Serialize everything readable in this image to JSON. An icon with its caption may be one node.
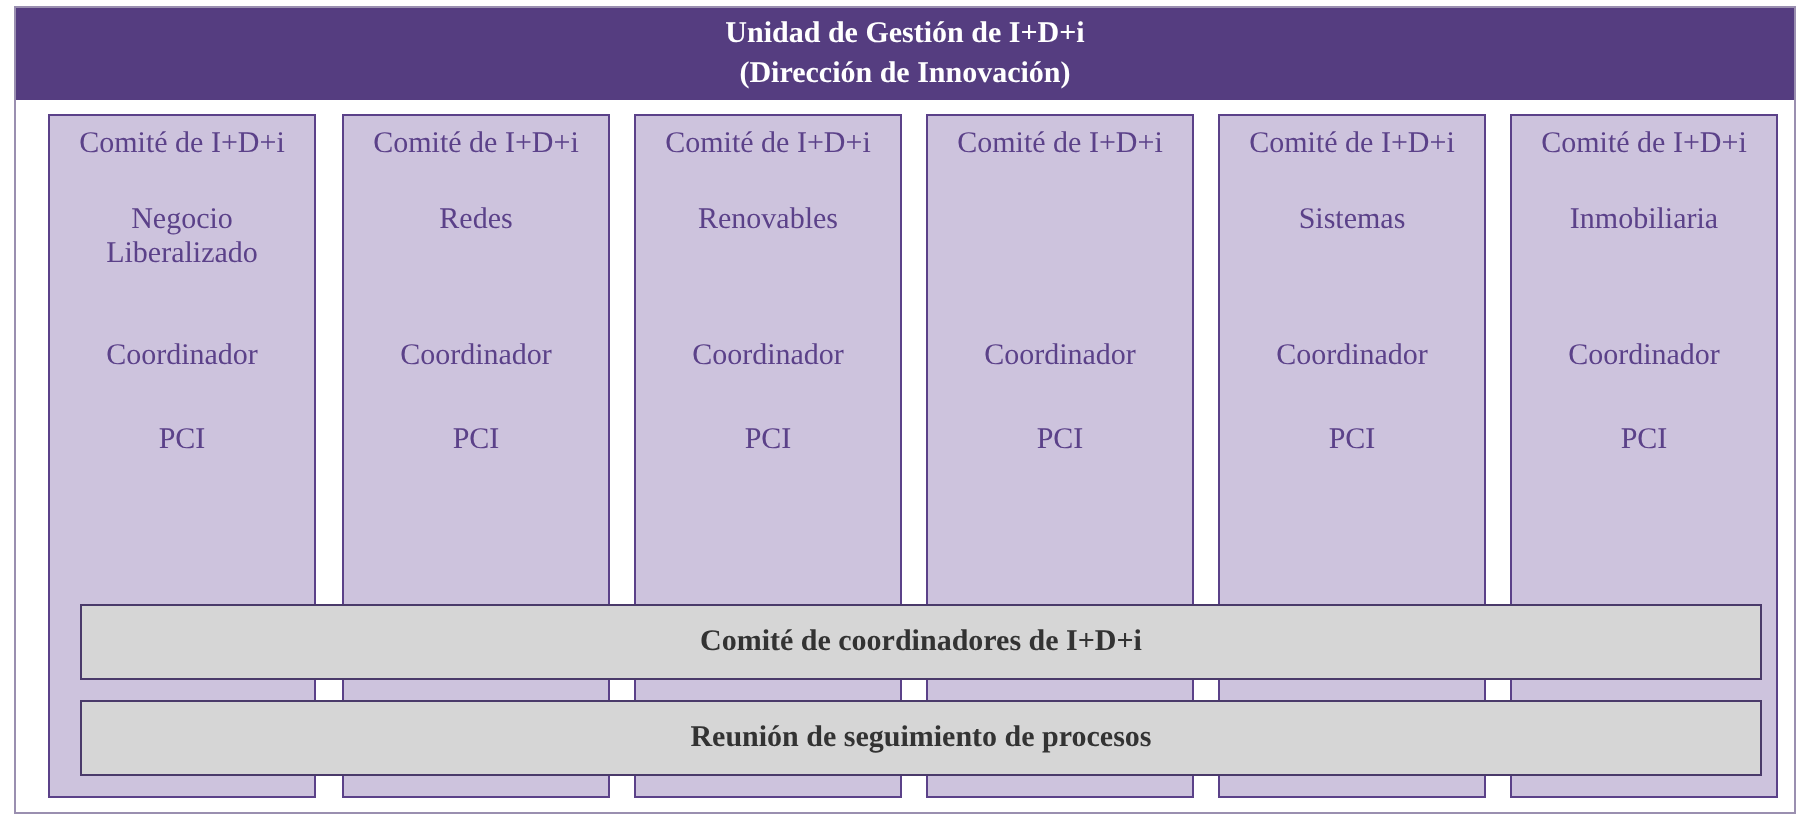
{
  "diagram": {
    "nodes": [
      {
        "text": [
          "Unidad de Gestión de I+D+i (Dirección de Innovación)"
        ]
      },
      {
        "text": [
          "Comité de I+D+i",
          "Negocio Liberalizado",
          "Coordinador",
          "PCI"
        ],
        "in": 0
      },
      {
        "text": [
          "Comité de I+D+i",
          "Redes",
          "Coordinador",
          "PCI"
        ],
        "in": 0
      },
      {
        "text": [
          "Comité de I+D+i",
          "Renovables",
          "Coordinador",
          "PCI"
        ],
        "in": 0
      },
      {
        "text": [
          "Comité de I+D+i",
          "Coordinador",
          "PCI"
        ],
        "in": 0
      },
      {
        "text": [
          "Comité de I+D+i",
          "Sistemas",
          "Coordinador",
          "PCI"
        ],
        "in": 0
      },
      {
        "text": [
          "Comité de I+D+i",
          "Inmobiliaria",
          "Coordinador",
          "PCI"
        ],
        "in": 0
      },
      {
        "text": [
          "Comité de coordinadores de I+D+i"
        ],
        "in": 0
      },
      {
        "text": [
          "Reunión de seguimiento de procesos"
        ],
        "in": 0
      }
    ]
  }
}
